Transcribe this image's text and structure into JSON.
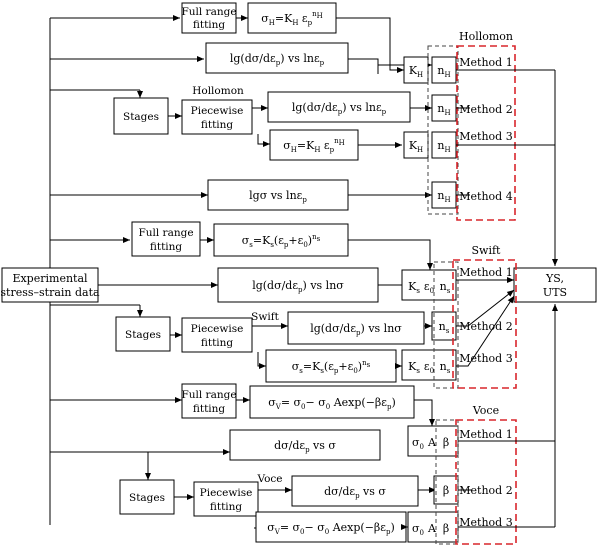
{
  "start_label": [
    "Experimental",
    "stress–strain data"
  ],
  "output_label": [
    "YS,",
    "UTS"
  ],
  "group_titles": {
    "hollomon": "Hollomon",
    "swift": "Swift",
    "voce": "Voce"
  },
  "stage_texts": {
    "stages": "Stages",
    "full_range": [
      "Full range",
      "fitting"
    ],
    "piecewise": [
      "Piecewise",
      "fitting"
    ],
    "hollomon": "Hollomon",
    "swift": "Swift",
    "voce": "Voce"
  },
  "methods": {
    "hollomon": [
      "Method 1",
      "Method 2",
      "Method 3",
      "Method 4"
    ],
    "swift": [
      "Method 1",
      "Method 2",
      "Method 3"
    ],
    "voce": [
      "Method 1",
      "Method 2",
      "Method 3"
    ]
  },
  "equations": {
    "lg_ds_ln_eps": "lg(dσ/dεp) vs lnεp",
    "lg_s_ln_eps": "lgσ vs lnεp",
    "lg_ds_ln_s": "lg(dσ/dεp) vs lnσ",
    "ds_s": "dσ/dεp vs σ",
    "hollomon_eq": "σH=KH εp^nH",
    "swift_eq": "σs=Ks(εp+ε0)^ns",
    "voce_eq": "σV= σ0− σ0 Aexp(−βεp)"
  },
  "params": {
    "KH": "KH",
    "nH": "nH",
    "Ks": "Ks",
    "e0": "ε0",
    "ns": "ns",
    "s0": "σ0",
    "A": "A",
    "beta": "β"
  },
  "colors": {
    "frame_red": "#d9262c",
    "line": "#000000",
    "dash_gray": "#444444"
  }
}
